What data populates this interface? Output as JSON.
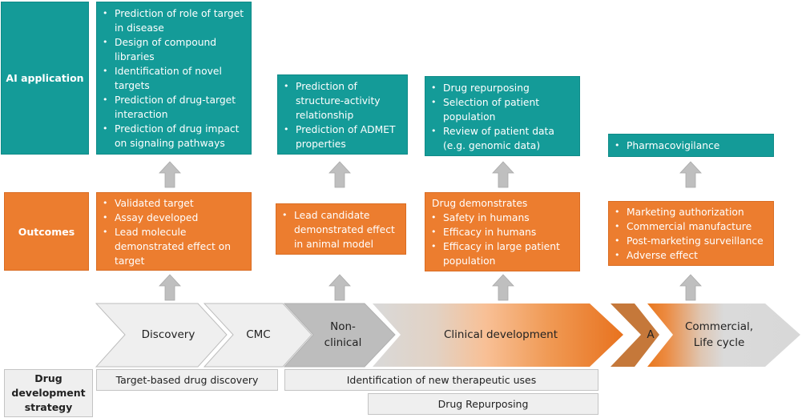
{
  "rows": {
    "ai_label": "AI application",
    "outcomes_label": "Outcomes",
    "strategy_label": "Drug development strategy"
  },
  "ai_application": {
    "discovery": [
      "Prediction of role of target in disease",
      "Design of compound libraries",
      "Identification of novel targets",
      "Prediction of drug-target interaction",
      "Prediction of drug impact on signaling pathways"
    ],
    "nonclinical": [
      "Prediction of structure-activity relationship",
      "Prediction of ADMET properties"
    ],
    "clinical": [
      "Drug repurposing",
      "Selection of patient population",
      "Review of patient data (e.g. genomic data)"
    ],
    "commercial": [
      "Pharmacovigilance"
    ]
  },
  "outcomes": {
    "discovery": [
      "Validated target",
      "Assay developed",
      "Lead molecule demonstrated effect on target"
    ],
    "nonclinical": [
      "Lead candidate demonstrated effect in animal model"
    ],
    "clinical_intro": "Drug demonstrates",
    "clinical": [
      "Safety in humans",
      "Efficacy in humans",
      "Efficacy in large patient population"
    ],
    "commercial": [
      "Marketing authorization",
      "Commercial manufacture",
      "Post-marketing surveillance",
      "Adverse effect"
    ]
  },
  "stages": [
    {
      "label": "Discovery"
    },
    {
      "label": "CMC"
    },
    {
      "label": "Non-\nclinical"
    },
    {
      "label": "Clinical development"
    },
    {
      "label": "A"
    },
    {
      "label": "Commercial,\nLife cycle"
    }
  ],
  "strategy": {
    "target_based": "Target-based drug discovery",
    "new_uses": "Identification of new therapeutic uses",
    "repurposing": "Drug Repurposing"
  },
  "colors": {
    "teal": "#149b98",
    "orange": "#ec7d2f",
    "arrow_grey": "#bfbfbf",
    "chevron_light": "#efefef",
    "chevron_dark": "#bdbdbd",
    "approval_brown": "#c5783a"
  }
}
